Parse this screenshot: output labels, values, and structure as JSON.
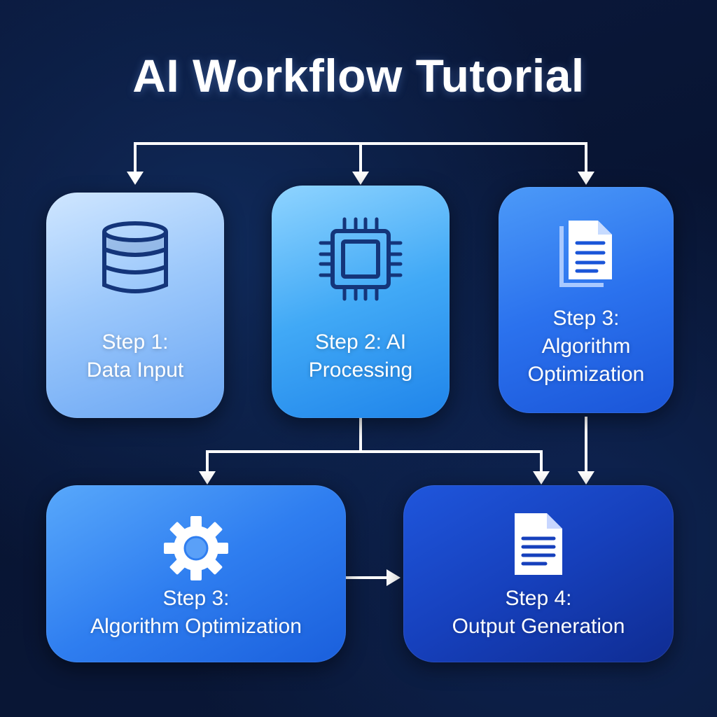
{
  "title": "AI Workflow Tutorial",
  "steps": [
    {
      "line1": "Step 1:",
      "line2": "Data Input",
      "icon": "database-icon"
    },
    {
      "line1": "Step 2: AI",
      "line2": "Processing",
      "icon": "cpu-chip-icon"
    },
    {
      "line1": "Step 3:",
      "line2": "Algorithm",
      "line3": "Optimization",
      "icon": "document-stack-icon"
    },
    {
      "line1": "Step 3:",
      "line2": "Algorithm Optimization",
      "icon": "gear-icon"
    },
    {
      "line1": "Step 4:",
      "line2": "Output Generation",
      "icon": "document-icon"
    }
  ],
  "colors": {
    "background": "#081432",
    "connector": "#ffffff",
    "icon_dark": "#14357a",
    "icon_light": "#ffffff"
  }
}
